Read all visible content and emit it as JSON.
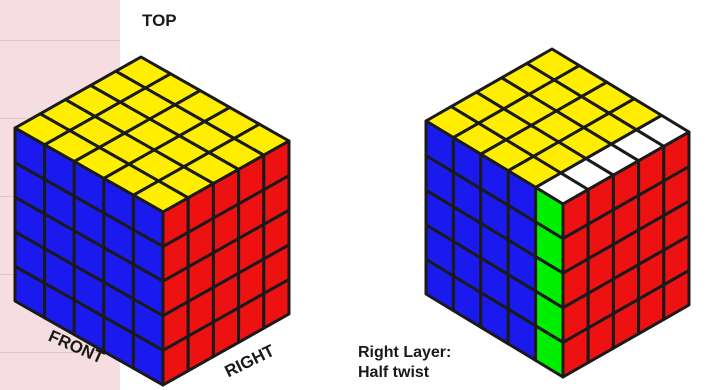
{
  "labels": {
    "top": "TOP",
    "front": "FRONT",
    "right": "RIGHT",
    "caption_line1": "Right Layer:",
    "caption_line2": "Half twist"
  },
  "cube_size": 5,
  "colors": {
    "top": "#ffee00",
    "front": "#1a1aee",
    "right": "#ee1111",
    "green": "#00ee00",
    "white": "#ffffff",
    "outline": "#1a1a1a",
    "sidebar": "#f5dde1"
  },
  "cubes": [
    {
      "name": "cube-solved",
      "top": [
        "yyyyy",
        "yyyyy",
        "yyyyy",
        "yyyyy",
        "yyyyy"
      ],
      "front": [
        "bbbbb",
        "bbbbb",
        "bbbbb",
        "bbbbb",
        "bbbbb"
      ],
      "right": [
        "rrrrr",
        "rrrrr",
        "rrrrr",
        "rrrrr",
        "rrrrr"
      ]
    },
    {
      "name": "cube-right-layer-half-twist",
      "top": [
        "yyyyw",
        "yyyyw",
        "yyyyw",
        "yyyyw",
        "yyyyw"
      ],
      "front": [
        "bbbbg",
        "bbbbg",
        "bbbbg",
        "bbbbg",
        "bbbbg"
      ],
      "right": [
        "rrrrr",
        "rrrrr",
        "rrrrr",
        "rrrrr",
        "rrrrr"
      ]
    }
  ]
}
